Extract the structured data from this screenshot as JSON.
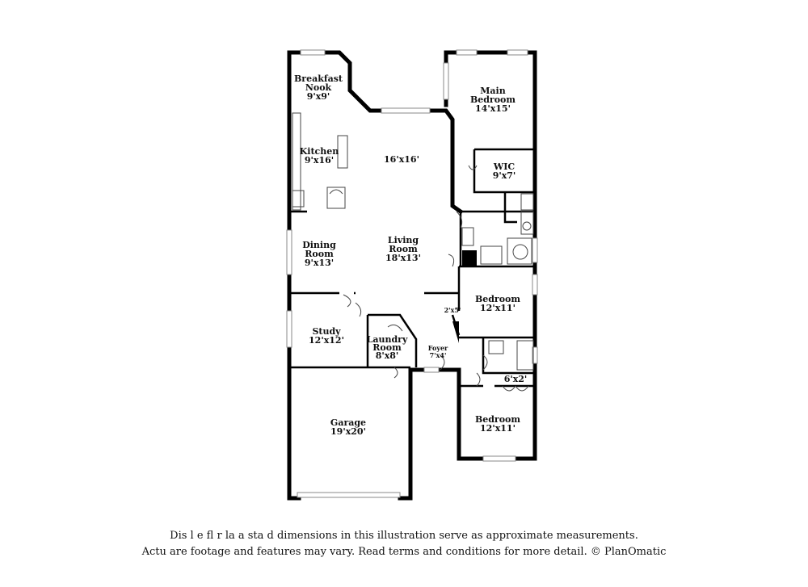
{
  "rooms": {
    "breakfast_nook": {
      "name": "Breakfast\nNook",
      "dims": "9'x9'"
    },
    "kitchen": {
      "name": "Kitchen",
      "dims": "9'x16'"
    },
    "great_room": {
      "dims": "16'x16'"
    },
    "main_bedroom": {
      "name": "Main\nBedroom",
      "dims": "14'x15'"
    },
    "wic": {
      "name": "WIC",
      "dims": "9'x7'"
    },
    "dining_room": {
      "name": "Dining\nRoom",
      "dims": "9'x13'"
    },
    "living_room": {
      "name": "Living\nRoom",
      "dims": "18'x13'"
    },
    "bedroom_2": {
      "name": "Bedroom",
      "dims": "12'x11'"
    },
    "closet_a": {
      "dims": "2'x5'"
    },
    "study": {
      "name": "Study",
      "dims": "12'x12'"
    },
    "laundry_room": {
      "name": "Laundry\nRoom",
      "dims": "8'x8'"
    },
    "foyer": {
      "name": "Foyer",
      "dims": "7'x4'"
    },
    "closet_b": {
      "dims": "6'x2'"
    },
    "garage": {
      "name": "Garage",
      "dims": "19'x20'"
    },
    "bedroom_3": {
      "name": "Bedroom",
      "dims": "12'x11'"
    }
  },
  "disclaimer": {
    "line1": "Dis      l e fl   r  la  a  sta  d dimensions in this illustration serve as approximate measurements.",
    "line2": "Actu      are footage and features may vary. Read terms and conditions for more detail. © PlanOmatic"
  }
}
